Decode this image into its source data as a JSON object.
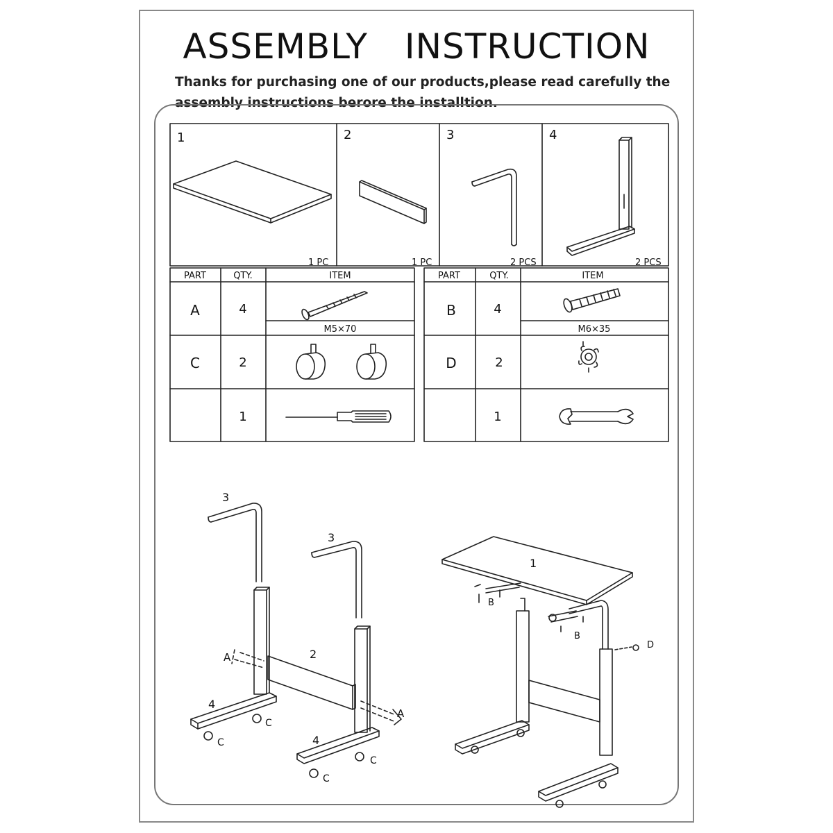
{
  "header": {
    "title_word1": "ASSEMBLY",
    "title_word2": "INSTRUCTION",
    "intro_line1": "Thanks for purchasing one of our products,please read carefully the",
    "intro_line2": "assembly instructions berore the installtion."
  },
  "parts_panel": {
    "parts": [
      {
        "number": "1",
        "qty_label": "1 PC"
      },
      {
        "number": "2",
        "qty_label": "1 PC"
      },
      {
        "number": "3",
        "qty_label": "2 PCS"
      },
      {
        "number": "4",
        "qty_label": "2 PCS"
      }
    ]
  },
  "hardware_table": {
    "headers": {
      "part": "PART",
      "qty": "QTY.",
      "item": "ITEM"
    },
    "left_rows": [
      {
        "part": "A",
        "qty": "4",
        "spec": "M5×70",
        "icon": "long-screw-icon"
      },
      {
        "part": "C",
        "qty": "2",
        "spec": "",
        "icon": "caster-wheel-icon"
      },
      {
        "part": "",
        "qty": "1",
        "spec": "",
        "icon": "screwdriver-icon"
      }
    ],
    "right_rows": [
      {
        "part": "B",
        "qty": "4",
        "spec": "M6×35",
        "icon": "bolt-icon"
      },
      {
        "part": "D",
        "qty": "2",
        "spec": "",
        "icon": "knob-icon"
      },
      {
        "part": "",
        "qty": "1",
        "spec": "",
        "icon": "wrench-icon"
      }
    ]
  },
  "diagram": {
    "left_labels": {
      "post_a": "3",
      "post_b": "3",
      "panel": "2",
      "screw_left": "A",
      "screw_right": "A",
      "base_a": "4",
      "base_b": "4",
      "c1": "C",
      "c2": "C",
      "c3": "C",
      "c4": "C"
    },
    "right_labels": {
      "top": "1",
      "bolt_1": "B",
      "bolt_2": "B",
      "knob": "D"
    }
  }
}
